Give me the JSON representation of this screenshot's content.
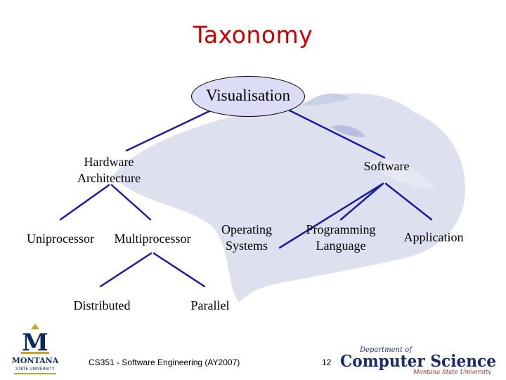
{
  "slide": {
    "title": "Taxonomy",
    "title_color": "#cc0000",
    "edge_color": "#1a1aa6",
    "watermark_color": "#d7dbec"
  },
  "tree": {
    "root": "Visualisation",
    "hardware_architecture": [
      "Hardware",
      "Architecture"
    ],
    "software": "Software",
    "uniprocessor": "Uniprocessor",
    "multiprocessor": "Multiprocessor",
    "operating_systems": [
      "Operating",
      "Systems"
    ],
    "programming_language": [
      "Programming",
      "Language"
    ],
    "application": "Application",
    "distributed": "Distributed",
    "parallel": "Parallel"
  },
  "footer": {
    "course": "CS351 - Software Engineering (AY2007)",
    "page_number": "12"
  },
  "logos": {
    "msu_letter": "M",
    "msu_name": "MONTANA",
    "msu_sub": "STATE UNIVERSITY",
    "cs_department_of": "Department of",
    "cs_name": "Computer Science",
    "cs_university": "Montana State University"
  }
}
